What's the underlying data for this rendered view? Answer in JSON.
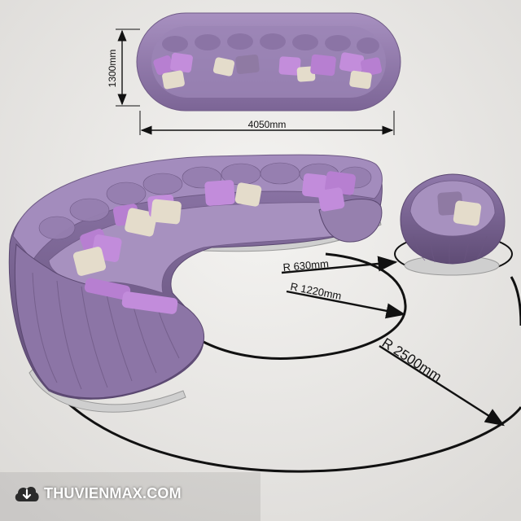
{
  "dimensions": {
    "height": "1300mm",
    "width": "4050mm",
    "radius_inner": "R 630mm",
    "radius_mid": "R 1220mm",
    "radius_outer": "R 2500mm"
  },
  "watermark": {
    "text": "THUVIENMAX.COM",
    "icon": "cloud-download-icon"
  },
  "colors": {
    "background": "#e9e8e6",
    "fabric": "#9a82b3",
    "fabric_dark": "#6f5a86",
    "pillow_purple": "#b77fd1",
    "pillow_cream": "#e4dccb",
    "chrome": "#c9c9c9",
    "line": "#111111"
  }
}
